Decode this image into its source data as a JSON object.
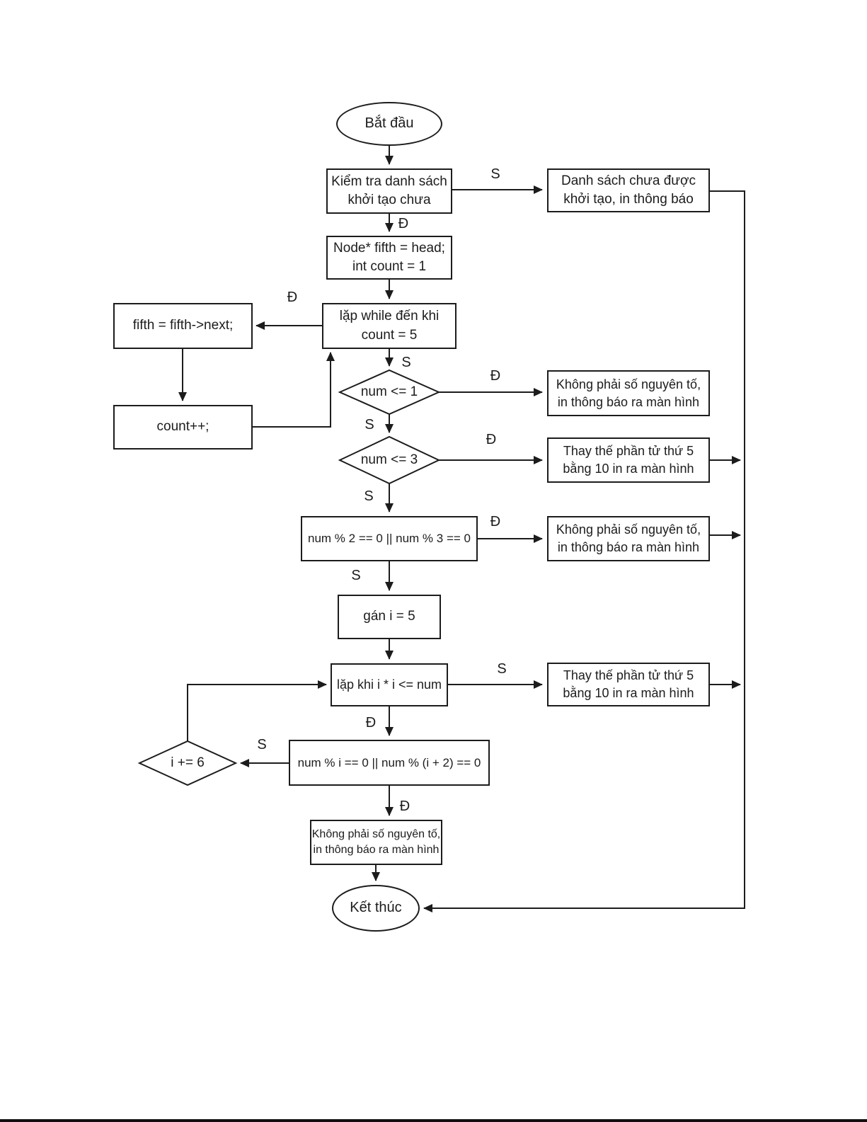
{
  "diagram": {
    "type": "flowchart",
    "language": "vi",
    "colors": {
      "stroke": "#1c1c1c",
      "background": "#ffffff"
    },
    "nodes": {
      "start": {
        "shape": "ellipse",
        "label": "Bắt đầu"
      },
      "check_init": {
        "shape": "process",
        "label": "Kiểm tra danh sách\nkhởi tạo chưa"
      },
      "not_initialized": {
        "shape": "process",
        "label": "Danh sách chưa được\nkhởi tạo, in thông báo"
      },
      "init_vars": {
        "shape": "process",
        "label": "Node* fifth = head;\nint count = 1"
      },
      "while_count": {
        "shape": "process",
        "label": "lặp while đến khi\ncount = 5"
      },
      "advance_fifth": {
        "shape": "process",
        "label": "fifth = fifth->next;"
      },
      "increment_count": {
        "shape": "process",
        "label": "count++;"
      },
      "num_le_1": {
        "shape": "decision",
        "label": "num <= 1"
      },
      "not_prime_1": {
        "shape": "process",
        "label": "Không phải số nguyên tố,\nin thông báo ra màn hình"
      },
      "num_le_3": {
        "shape": "decision",
        "label": "num <= 3"
      },
      "replace_1": {
        "shape": "process",
        "label": "Thay thế phần tử thứ 5\nbằng 10 in ra màn hình"
      },
      "mod_2_3": {
        "shape": "process",
        "label": "num % 2 == 0 || num % 3 == 0"
      },
      "assign_i": {
        "shape": "process",
        "label": "gán i = 5"
      },
      "while_i": {
        "shape": "process",
        "label": "lặp khi i * i <= num"
      },
      "replace_2": {
        "shape": "process",
        "label": "Thay thế phần tử thứ 5\nbằng 10 in ra màn hình"
      },
      "i_plus_6": {
        "shape": "decision",
        "label": "i += 6"
      },
      "mod_i": {
        "shape": "process",
        "label": "num % i == 0 || num % (i + 2) == 0"
      },
      "not_prime_2": {
        "shape": "process",
        "label": "Không phải số nguyên tố,\nin thông báo ra màn hình"
      },
      "end": {
        "shape": "ellipse",
        "label": "Kết thúc"
      }
    },
    "edge_labels": {
      "check_s": "S",
      "check_d": "Đ",
      "while_d": "Đ",
      "while_s": "S",
      "num1_d": "Đ",
      "num1_s": "S",
      "num3_d": "Đ",
      "num3_s": "S",
      "mod23_d": "Đ",
      "mod23_s": "S",
      "whilei_s": "S",
      "whilei_d": "Đ",
      "modi_s": "S",
      "modi_d": "Đ"
    }
  }
}
